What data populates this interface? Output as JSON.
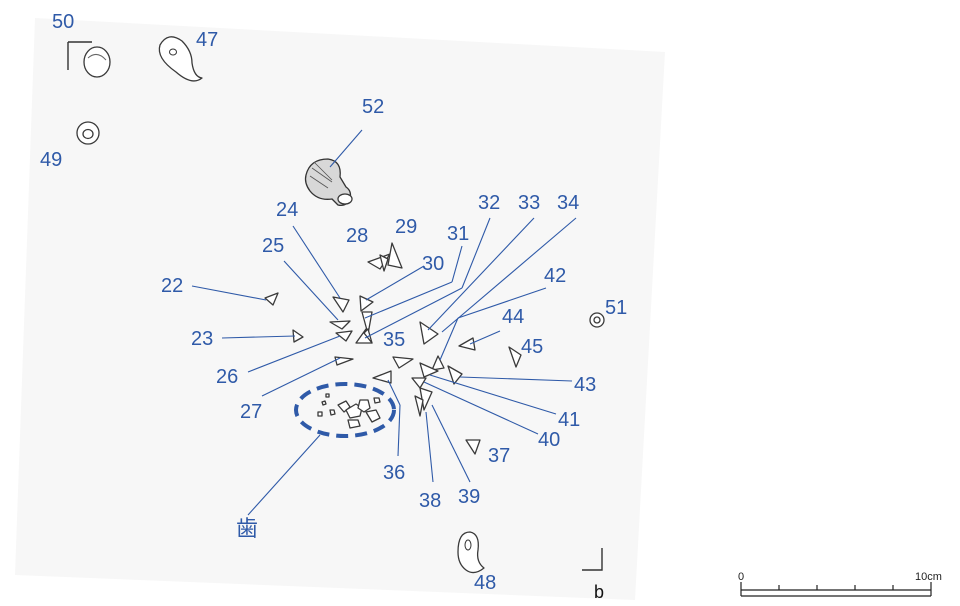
{
  "labels": {
    "n22": "22",
    "n23": "23",
    "n24": "24",
    "n25": "25",
    "n26": "26",
    "n27": "27",
    "n28": "28",
    "n29": "29",
    "n30": "30",
    "n31": "31",
    "n32": "32",
    "n33": "33",
    "n34": "34",
    "n35": "35",
    "n36": "36",
    "n37": "37",
    "n38": "38",
    "n39": "39",
    "n40": "40",
    "n41": "41",
    "n42": "42",
    "n43": "43",
    "n44": "44",
    "n45": "45",
    "n47": "47",
    "n48": "48",
    "n49": "49",
    "n50": "50",
    "n51": "51",
    "n52": "52",
    "teeth": "歯"
  },
  "section_mark": "b",
  "scale": {
    "start": "0",
    "end": "10cm"
  },
  "colors": {
    "annotation": "#2f5aa8",
    "drawing": "#3a3a3a",
    "background": "#ffffff"
  }
}
